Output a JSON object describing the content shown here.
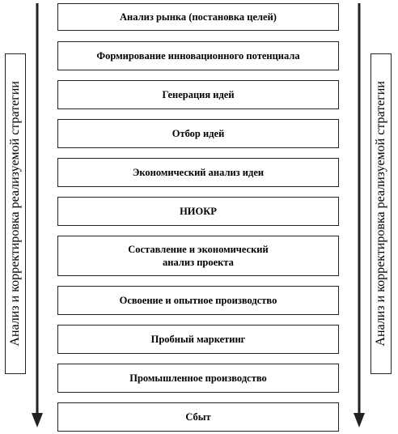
{
  "steps": [
    {
      "label": "Анализ рынка (постановка целей)"
    },
    {
      "label": "Формирование инновационного потенциала"
    },
    {
      "label": "Генерация идей"
    },
    {
      "label": "Отбор идей"
    },
    {
      "label": "Экономический анализ идеи"
    },
    {
      "label": "НИОКР"
    },
    {
      "label": "Составление и экономический\nанализ проекта"
    },
    {
      "label": "Освоение и опытное производство"
    },
    {
      "label": "Пробный маркетинг"
    },
    {
      "label": "Промышленное производство"
    },
    {
      "label": "Сбыт"
    }
  ],
  "side_labels": {
    "left": "Анализ и корректировка реализуемой стратегии",
    "right": "Анализ и корректировка реализуемой стратегии"
  },
  "colors": {
    "line": "#222222"
  }
}
